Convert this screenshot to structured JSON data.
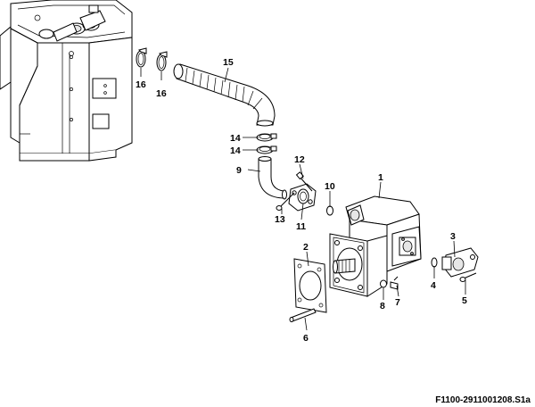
{
  "callouts": [
    "1",
    "2",
    "3",
    "4",
    "5",
    "6",
    "7",
    "8",
    "9",
    "10",
    "11",
    "12",
    "13",
    "14",
    "14",
    "15",
    "16",
    "16"
  ],
  "figure_ref": "F1100-2911001208.S1a"
}
